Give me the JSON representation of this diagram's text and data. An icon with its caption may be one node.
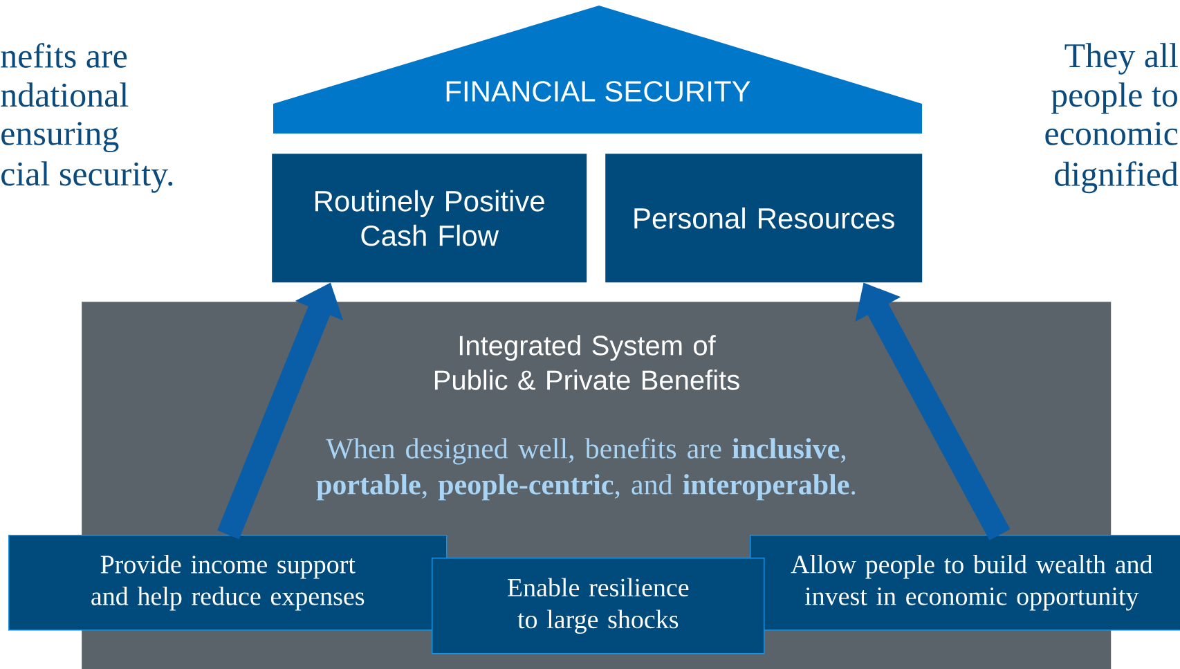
{
  "diagram": {
    "nodes": [
      {
        "text": [
          "FINANCIAL SECURITY"
        ]
      },
      {
        "text": [
          "Routinely Positive Cash Flow"
        ]
      },
      {
        "text": [
          "Personal Resources"
        ]
      },
      {
        "text": [
          "Integrated System of Public & Private Benefits",
          "When designed well, benefits are **inclusive**, **portable**, **people-centric**, and **interoperable**."
        ]
      },
      {
        "text": [
          "Provide income support and help reduce expenses"
        ]
      },
      {
        "text": [
          "Enable resilience to large shocks"
        ],
        "in": 3
      },
      {
        "text": [
          "Allow people to build wealth and invest in economic opportunity"
        ]
      }
    ],
    "edges": [
      {
        "from": 4,
        "to": 1,
        "arrow": "to"
      },
      {
        "from": 6,
        "to": 2,
        "arrow": "to"
      }
    ],
    "labels": [
      "nefits are",
      "ndational",
      "ensuring",
      "cial security.",
      "They all",
      "people to",
      "economic",
      "dignified"
    ]
  }
}
